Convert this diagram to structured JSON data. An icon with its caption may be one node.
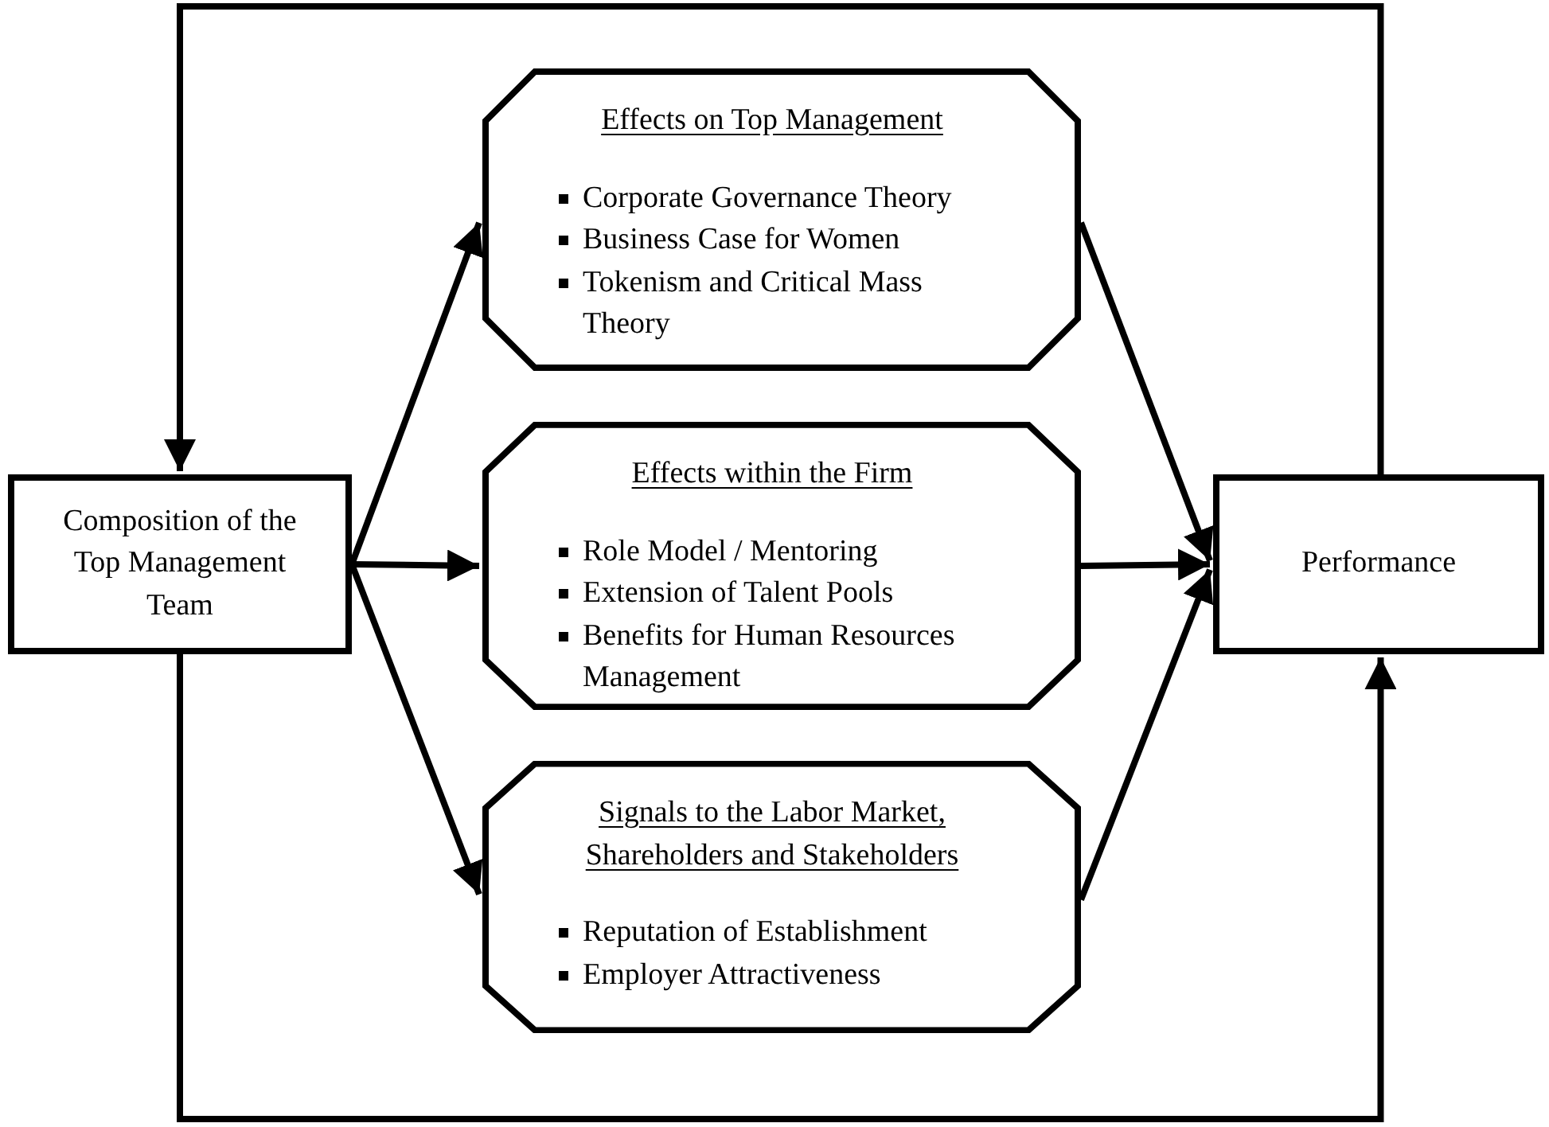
{
  "diagram": {
    "nodes": [
      {
        "text": [
          "Composition of the Top Management Team"
        ]
      },
      {
        "text": [
          "Effects on Top Management",
          "Corporate Governance Theory",
          "Business Case for Women",
          "Tokenism and Critical Mass Theory"
        ]
      },
      {
        "text": [
          "Effects within the Firm",
          "Role Model / Mentoring",
          "Extension of Talent Pools",
          "Benefits for Human Resources Management"
        ]
      },
      {
        "text": [
          "Signals to the Labor Market, Shareholders and Stakeholders",
          "Reputation of Establishment",
          "Employer Attractiveness"
        ]
      },
      {
        "text": [
          "Performance"
        ]
      }
    ],
    "edges": [
      {
        "from": 0,
        "to": 1,
        "arrow": "to"
      },
      {
        "from": 0,
        "to": 2,
        "arrow": "to"
      },
      {
        "from": 0,
        "to": 3,
        "arrow": "to"
      },
      {
        "from": 1,
        "to": 4,
        "arrow": "to"
      },
      {
        "from": 2,
        "to": 4,
        "arrow": "to"
      },
      {
        "from": 3,
        "to": 4,
        "arrow": "to"
      },
      {
        "from": 4,
        "to": 0,
        "arrow": "to"
      },
      {
        "from": 0,
        "to": 4,
        "arrow": "to"
      }
    ]
  }
}
